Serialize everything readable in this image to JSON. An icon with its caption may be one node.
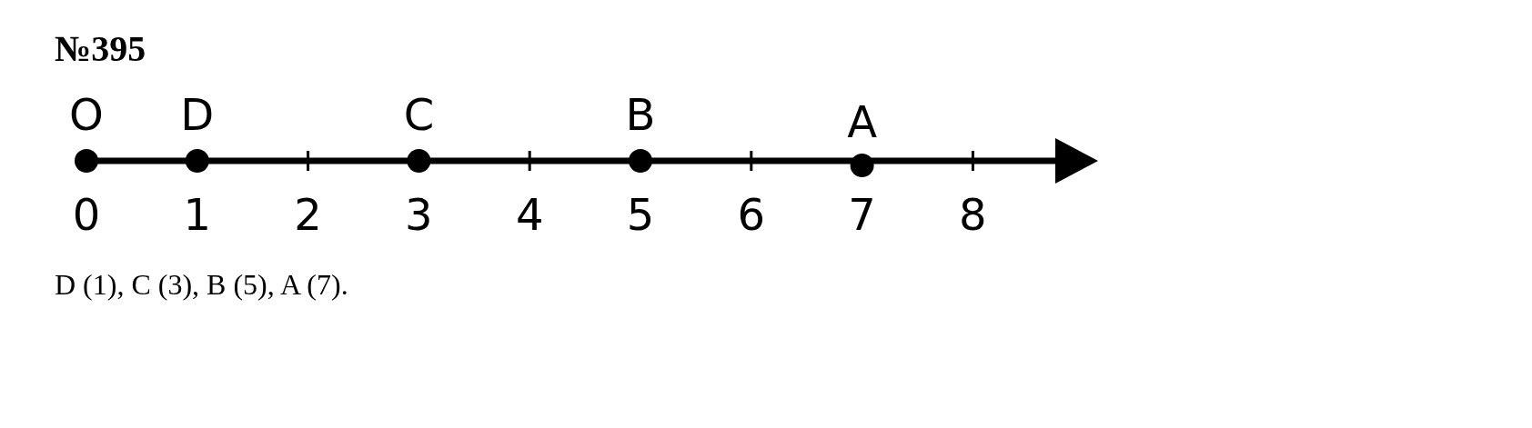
{
  "diagram": {
    "title": "№395",
    "labels": [
      "O",
      "D",
      "C",
      "B",
      "A",
      "0",
      "1",
      "2",
      "3",
      "4",
      "5",
      "6",
      "7",
      "8",
      "D (1), C (3), B (5), A (7)."
    ]
  }
}
